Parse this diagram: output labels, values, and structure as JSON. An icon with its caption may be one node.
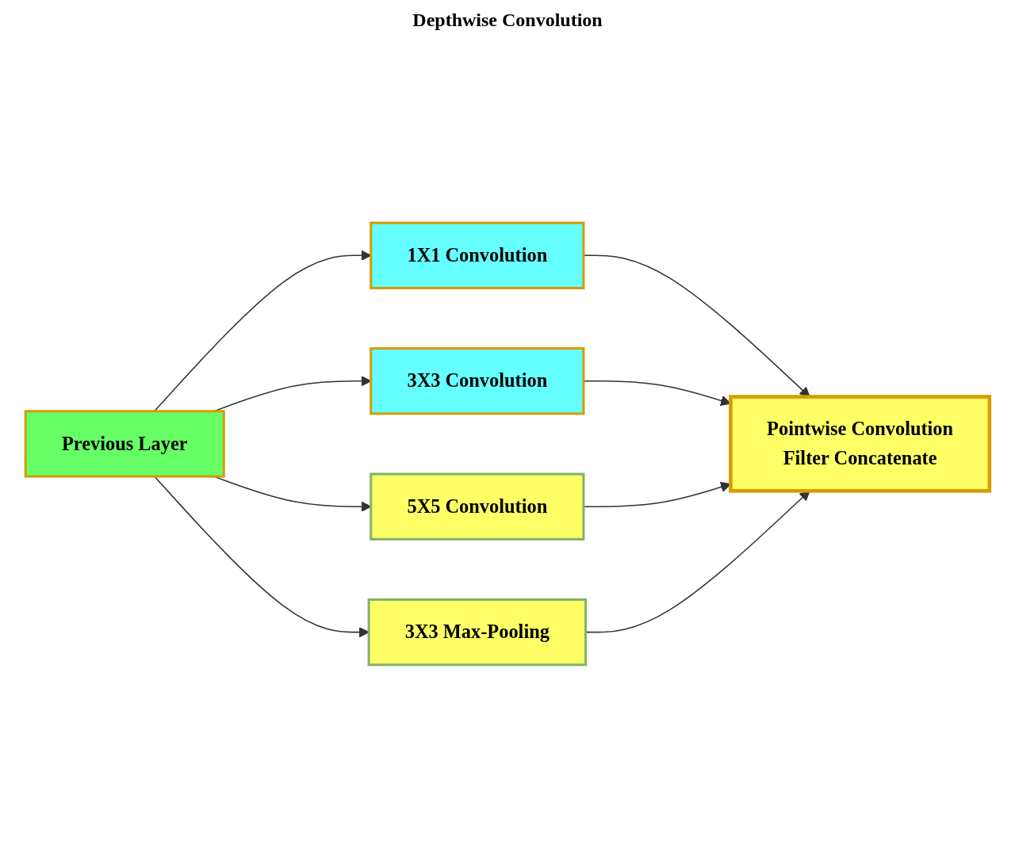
{
  "diagram": {
    "nodes": [
      {
        "text": [
          "Previous Layer"
        ]
      },
      {
        "text": [
          "1X1 Convolution"
        ]
      },
      {
        "text": [
          "3X3 Convolution"
        ]
      },
      {
        "text": [
          "5X5 Convolution"
        ]
      },
      {
        "text": [
          "3X3 Max-Pooling"
        ]
      },
      {
        "text": [
          "Pointwise Convolution",
          "Filter Concatenate"
        ]
      }
    ],
    "edges": [
      {
        "from": 0,
        "to": 1,
        "arrow": "to"
      },
      {
        "from": 0,
        "to": 2,
        "arrow": "to"
      },
      {
        "from": 0,
        "to": 3,
        "arrow": "to"
      },
      {
        "from": 0,
        "to": 4,
        "arrow": "to"
      },
      {
        "from": 1,
        "to": 5,
        "arrow": "to"
      },
      {
        "from": 2,
        "to": 5,
        "arrow": "to"
      },
      {
        "from": 3,
        "to": 5,
        "arrow": "to"
      },
      {
        "from": 4,
        "to": 5,
        "arrow": "to"
      }
    ],
    "labels": [
      "Depthwise Convolution"
    ]
  }
}
